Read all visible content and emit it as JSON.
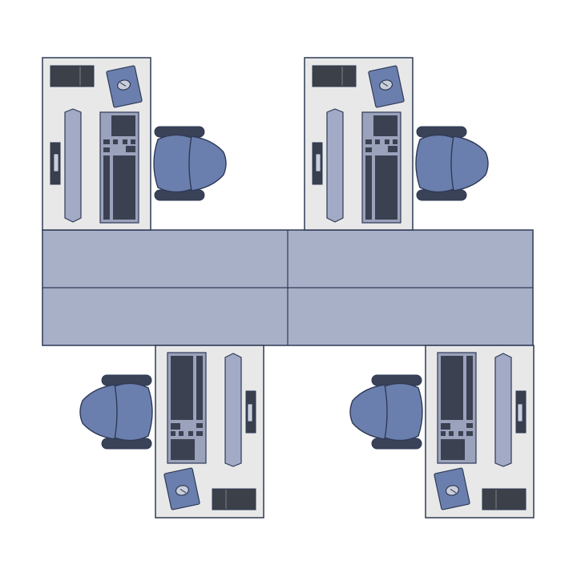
{
  "colors": {
    "background": "#ffffff",
    "desk_fill": "#e8e8e8",
    "outline": "#2e3a55",
    "table_fill": "#a8b0c8",
    "chair_fill": "#6b7fae",
    "chair_arm": "#3a4258",
    "monitor_frame": "#a2aac6",
    "monitor_stand": "#3a3f4d",
    "monitor_screen": "#c9ceda",
    "keyboard_body": "#9aa2bc",
    "key": "#3c4152",
    "cpu_box": "#3c4048",
    "mouse_pad": "#6b7fae",
    "mouse": "#c9ceda"
  },
  "workstations": [
    {
      "id": "top-left",
      "facing": "down"
    },
    {
      "id": "top-right",
      "facing": "down"
    },
    {
      "id": "bottom-left",
      "facing": "up"
    },
    {
      "id": "bottom-right",
      "facing": "up"
    }
  ],
  "icons": {
    "desk": "desk-icon",
    "chair": "office-chair-icon",
    "monitor": "monitor-icon",
    "keyboard": "keyboard-icon",
    "cpu": "computer-tower-icon",
    "mouse": "mouse-icon",
    "mouse_pad": "mouse-pad-icon",
    "table": "conference-table-icon"
  }
}
